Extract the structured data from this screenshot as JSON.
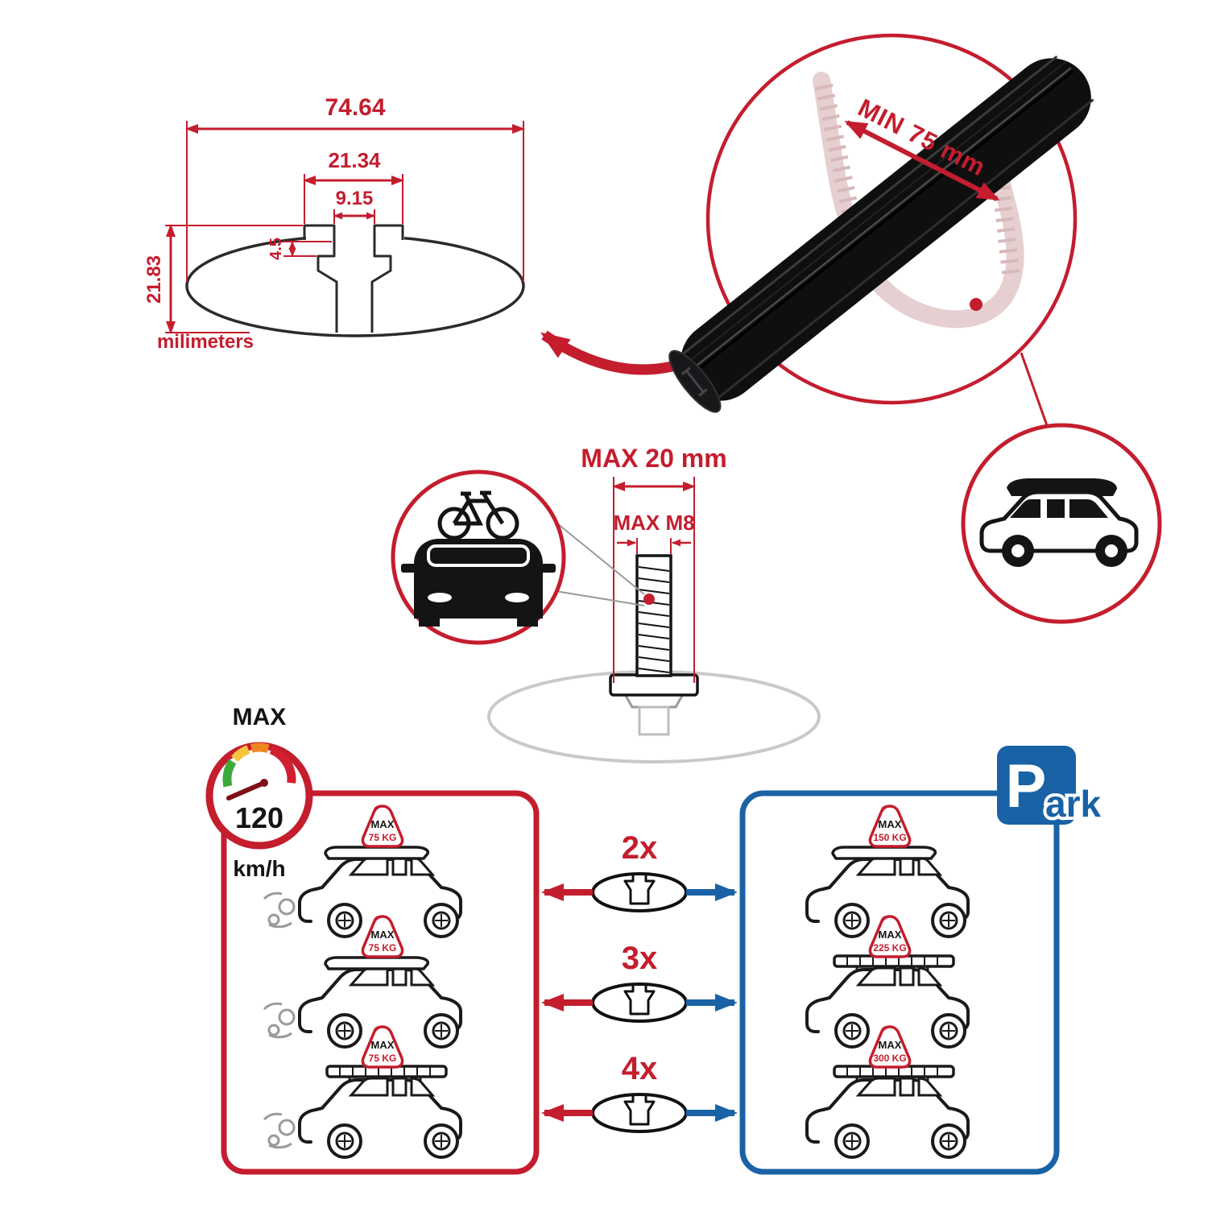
{
  "dimension_drawing": {
    "total_width": "74.64",
    "cavity_width": "21.34",
    "slot_width": "9.15",
    "lip_depth": "4.5",
    "total_height": "21.83",
    "units": "milimeters"
  },
  "crossbar_detail": {
    "min_label": "MIN 75 mm"
  },
  "bolt_detail": {
    "max_width": "MAX 20 mm",
    "max_thread": "MAX M8"
  },
  "speed": {
    "title": "MAX",
    "value": "120",
    "unit": "km/h"
  },
  "park_sign": {
    "p": "P",
    "ark": "ark"
  },
  "quantities": [
    "2x",
    "3x",
    "4x"
  ],
  "loads": {
    "driving": [
      {
        "max": "MAX",
        "kg": "75 KG"
      },
      {
        "max": "MAX",
        "kg": "75 KG"
      },
      {
        "max": "MAX",
        "kg": "75 KG"
      }
    ],
    "parked": [
      {
        "max": "MAX",
        "kg": "150 KG"
      },
      {
        "max": "MAX",
        "kg": "225 KG"
      },
      {
        "max": "MAX",
        "kg": "300 KG"
      }
    ]
  },
  "colors": {
    "red": "#c41d2e",
    "blue": "#1962a5",
    "black": "#141414",
    "ghost_pink": "#e6cfd0",
    "ghost_gray": "#c9c9c9",
    "gauge_green": "#3da93c",
    "gauge_yellow": "#f5c63c",
    "gauge_orange": "#ee8722",
    "gauge_red": "#d01f2f",
    "needle": "#7e1016"
  }
}
